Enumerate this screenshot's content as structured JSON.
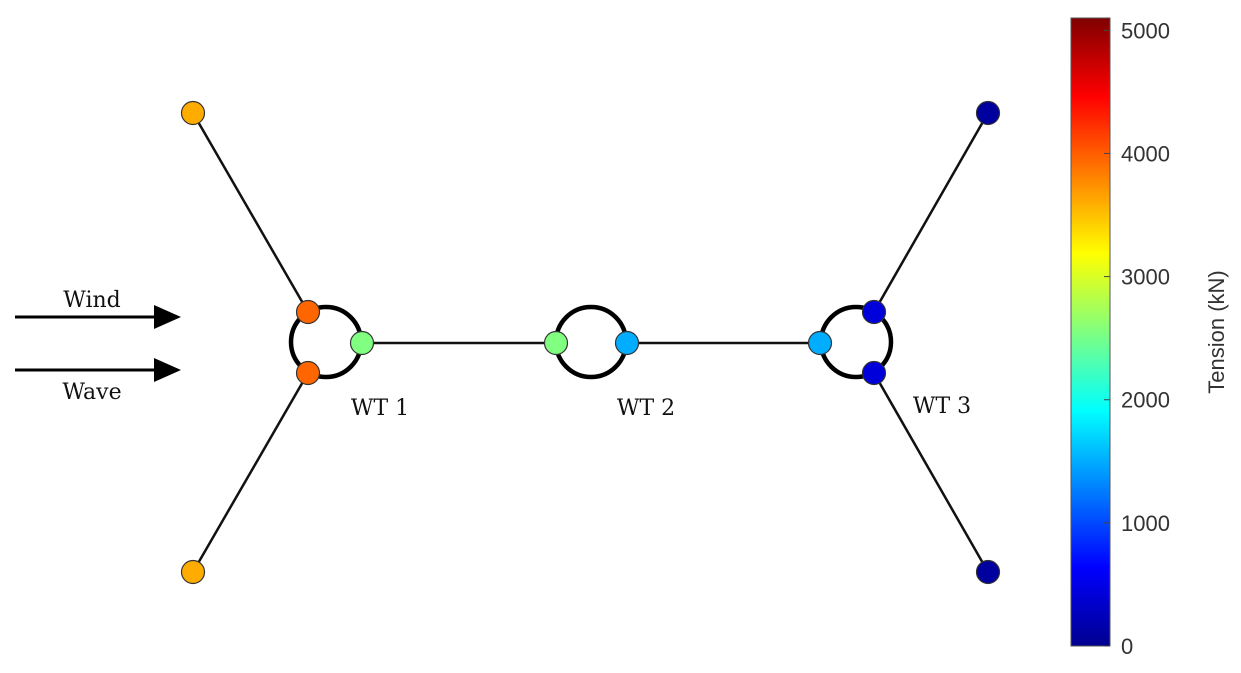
{
  "labels": {
    "wind": "Wind",
    "wave": "Wave",
    "wt1": "WT 1",
    "wt2": "WT 2",
    "wt3": "WT 3"
  },
  "colorbar": {
    "title": "Tension (kN)",
    "min": 0,
    "max": 5100,
    "ticks": [
      "0",
      "1000",
      "2000",
      "3000",
      "4000",
      "5000"
    ],
    "colormap": "jet"
  },
  "nodes": [
    {
      "id": "wt1-anchor-top",
      "tension": 3600
    },
    {
      "id": "wt1-anchor-bottom",
      "tension": 3600
    },
    {
      "id": "wt1-fairlead-top",
      "tension": 3950
    },
    {
      "id": "wt1-fairlead-bottom",
      "tension": 3950
    },
    {
      "id": "wt1-fairlead-right",
      "tension": 2550
    },
    {
      "id": "wt2-fairlead-left",
      "tension": 2550
    },
    {
      "id": "wt2-fairlead-right",
      "tension": 1500
    },
    {
      "id": "wt3-fairlead-left",
      "tension": 1500
    },
    {
      "id": "wt3-fairlead-top",
      "tension": 450
    },
    {
      "id": "wt3-fairlead-bottom",
      "tension": 450
    },
    {
      "id": "wt3-anchor-top",
      "tension": 150
    },
    {
      "id": "wt3-anchor-bottom",
      "tension": 150
    }
  ]
}
